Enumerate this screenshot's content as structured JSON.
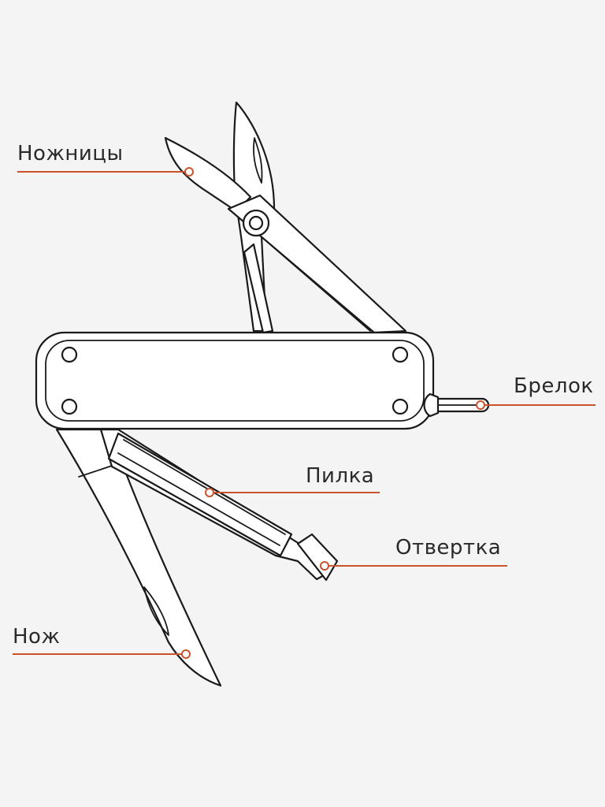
{
  "labels": {
    "scissors": "Ножницы",
    "keyring": "Брелок",
    "file": "Пилка",
    "screwdriver": "Отвертка",
    "knife": "Нож"
  },
  "colors": {
    "accent": "#c8532d",
    "line": "#1a1a1a",
    "background": "#f4f4f4"
  }
}
